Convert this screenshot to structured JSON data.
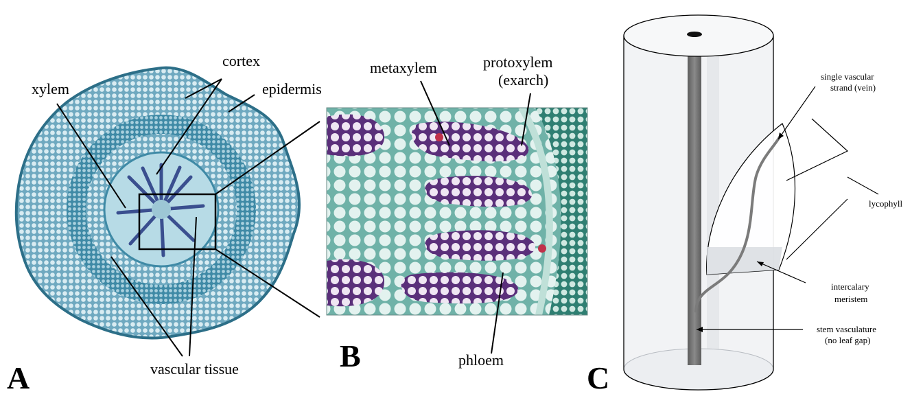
{
  "panels": {
    "a": "A",
    "b": "B",
    "c": "C"
  },
  "panel_a": {
    "labels": {
      "xylem": "xylem",
      "cortex": "cortex",
      "epidermis": "epidermis",
      "vascular_tissue": "vascular tissue"
    }
  },
  "panel_b": {
    "labels": {
      "metaxylem": "metaxylem",
      "protoxylem": "protoxylem",
      "exarch": "(exarch)",
      "phloem": "phloem"
    }
  },
  "panel_c": {
    "labels": {
      "strand_1": "single vascular",
      "strand_2": "strand (vein)",
      "lycophyll": "lycophyll",
      "meristem_1": "intercalary",
      "meristem_2": "meristem",
      "stem_1": "stem vasculature",
      "stem_2": "(no leaf gap)"
    }
  },
  "colors": {
    "tissue_blue": "#7fb3c8",
    "xylem_purple": "#6b3f86",
    "stain_red": "#c0304a",
    "stem_gray": "#777777"
  }
}
